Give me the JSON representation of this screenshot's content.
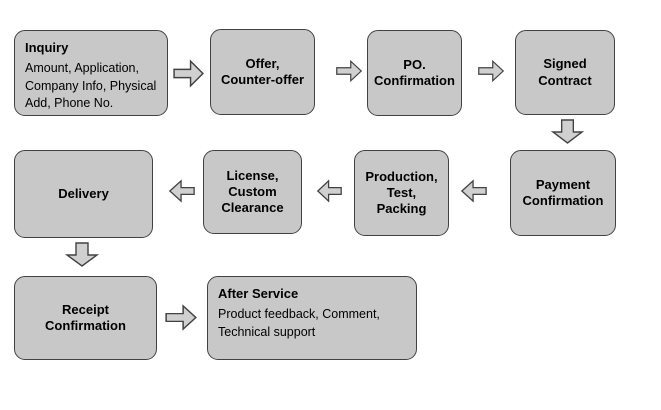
{
  "colors": {
    "canvas": "#ffffff",
    "box_fill": "#c8c8c8",
    "box_border": "#424242",
    "arrow_fill": "#d0d0d0",
    "arrow_border": "#424242",
    "text": "#000000"
  },
  "flow": {
    "nodes": [
      {
        "id": "inquiry",
        "title": "Inquiry",
        "body": "Amount, Application,\nCompany Info, Physical\nAdd, Phone No."
      },
      {
        "id": "offer-counter-offer",
        "title": "Offer,\nCounter-offer"
      },
      {
        "id": "po-confirmation",
        "title": "PO.\nConfirmation"
      },
      {
        "id": "signed-contract",
        "title": "Signed\nContract"
      },
      {
        "id": "payment-confirmation",
        "title": "Payment\nConfirmation"
      },
      {
        "id": "production-test-packing",
        "title": "Production,\nTest,\nPacking"
      },
      {
        "id": "license-custom-clearance",
        "title": "License,\nCustom\nClearance"
      },
      {
        "id": "delivery",
        "title": "Delivery"
      },
      {
        "id": "receipt-confirmation",
        "title": "Receipt\nConfirmation"
      },
      {
        "id": "after-service",
        "title": "After Service",
        "body": "Product feedback, Comment,\nTechnical support"
      }
    ],
    "edges": [
      {
        "from": "inquiry",
        "to": "offer-counter-offer",
        "direction": "right"
      },
      {
        "from": "offer-counter-offer",
        "to": "po-confirmation",
        "direction": "right"
      },
      {
        "from": "po-confirmation",
        "to": "signed-contract",
        "direction": "right"
      },
      {
        "from": "signed-contract",
        "to": "payment-confirmation",
        "direction": "down"
      },
      {
        "from": "payment-confirmation",
        "to": "production-test-packing",
        "direction": "left"
      },
      {
        "from": "production-test-packing",
        "to": "license-custom-clearance",
        "direction": "left"
      },
      {
        "from": "license-custom-clearance",
        "to": "delivery",
        "direction": "left"
      },
      {
        "from": "delivery",
        "to": "receipt-confirmation",
        "direction": "down"
      },
      {
        "from": "receipt-confirmation",
        "to": "after-service",
        "direction": "right"
      }
    ]
  }
}
